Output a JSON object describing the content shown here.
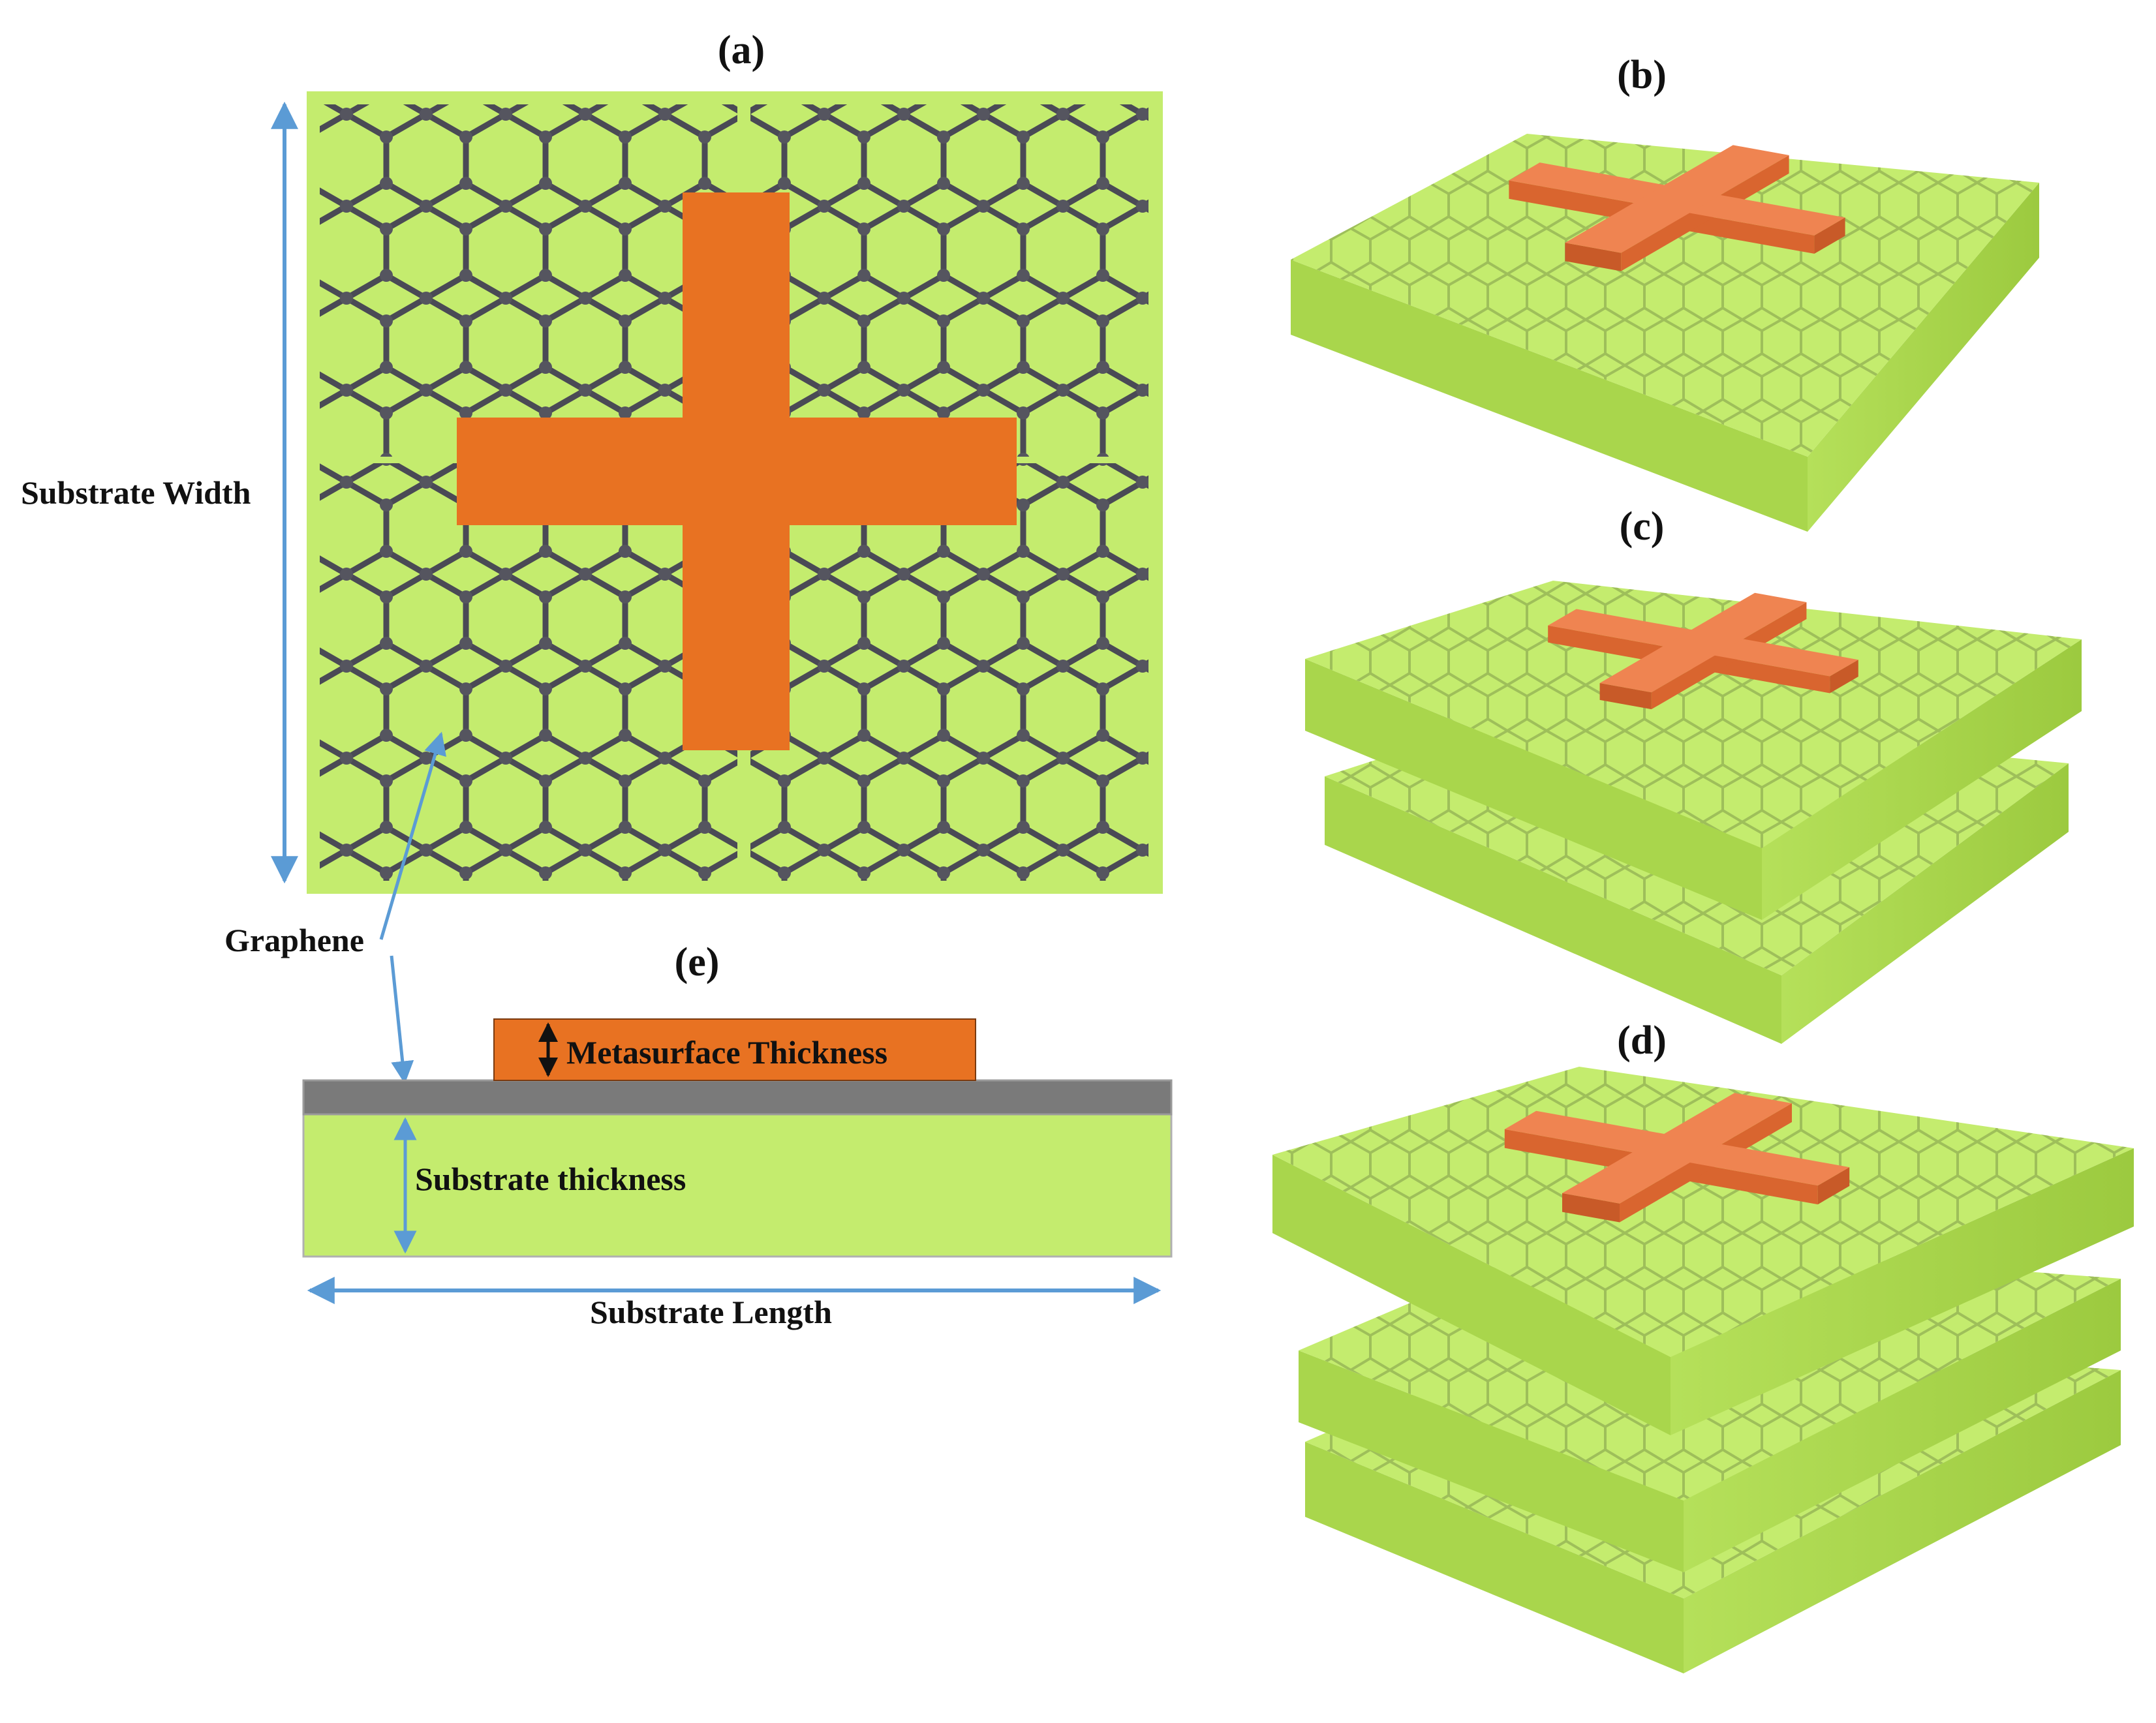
{
  "panels": {
    "a": "(a)",
    "b": "(b)",
    "c": "(c)",
    "d": "(d)",
    "e": "(e)"
  },
  "labels": {
    "substrate_width": "Substrate Width",
    "graphene": "Graphene",
    "metasurface_thickness": "Metasurface Thickness",
    "substrate_thickness": "Substrate thickness",
    "substrate_length": "Substrate Length"
  },
  "colors": {
    "substrate": "#c4ec6e",
    "substrate_side": "#a9d64c",
    "cross": "#e87222",
    "cross_3d": "#ef8451",
    "lattice": "#4a4a55",
    "graphene_layer": "#7a7a7a",
    "arrow": "#5b9bd5"
  }
}
